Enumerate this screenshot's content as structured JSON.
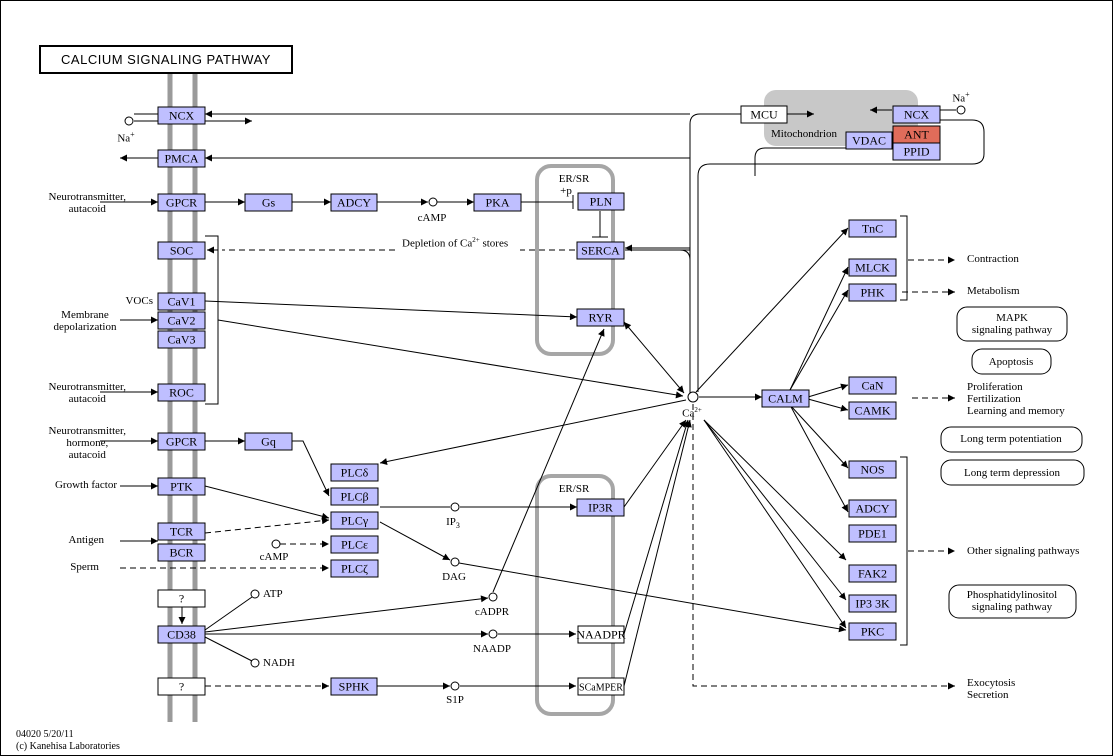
{
  "title": "CALCIUM SIGNALING PATHWAY",
  "footer": {
    "line1": "04020 5/20/11",
    "line2": "(c) Kanehisa Laboratories"
  },
  "colors": {
    "gene": "#bfbfff",
    "gene_highlight": "#e06c5a",
    "compartment": "#c8c8c8",
    "membrane": "#9a9a9a",
    "er": "#a6a6a6"
  },
  "genes": [
    {
      "id": "ncx1",
      "label": "NCX"
    },
    {
      "id": "pmca",
      "label": "PMCA"
    },
    {
      "id": "gpcr1",
      "label": "GPCR"
    },
    {
      "id": "gs",
      "label": "Gs"
    },
    {
      "id": "adcy1",
      "label": "ADCY"
    },
    {
      "id": "pka",
      "label": "PKA"
    },
    {
      "id": "pln",
      "label": "PLN"
    },
    {
      "id": "soc",
      "label": "SOC"
    },
    {
      "id": "serca",
      "label": "SERCA"
    },
    {
      "id": "cav1",
      "label": "CaV1"
    },
    {
      "id": "cav2",
      "label": "CaV2"
    },
    {
      "id": "cav3",
      "label": "CaV3"
    },
    {
      "id": "ryr",
      "label": "RYR"
    },
    {
      "id": "roc",
      "label": "ROC"
    },
    {
      "id": "gpcr2",
      "label": "GPCR"
    },
    {
      "id": "gq",
      "label": "Gq"
    },
    {
      "id": "plcd",
      "label": "PLCδ"
    },
    {
      "id": "plcb",
      "label": "PLCβ"
    },
    {
      "id": "plcg",
      "label": "PLCγ"
    },
    {
      "id": "plce",
      "label": "PLCε"
    },
    {
      "id": "plcz",
      "label": "PLCζ"
    },
    {
      "id": "ptk",
      "label": "PTK"
    },
    {
      "id": "tcr",
      "label": "TCR"
    },
    {
      "id": "bcr",
      "label": "BCR"
    },
    {
      "id": "ip3r",
      "label": "IP3R"
    },
    {
      "id": "cd38",
      "label": "CD38"
    },
    {
      "id": "sphk",
      "label": "SPHK"
    },
    {
      "id": "tnc",
      "label": "TnC"
    },
    {
      "id": "mlck",
      "label": "MLCK"
    },
    {
      "id": "phk",
      "label": "PHK"
    },
    {
      "id": "calm",
      "label": "CALM"
    },
    {
      "id": "can",
      "label": "CaN"
    },
    {
      "id": "camk",
      "label": "CAMK"
    },
    {
      "id": "nos",
      "label": "NOS"
    },
    {
      "id": "adcy2",
      "label": "ADCY"
    },
    {
      "id": "pde1",
      "label": "PDE1"
    },
    {
      "id": "fak2",
      "label": "FAK2"
    },
    {
      "id": "ip33k",
      "label": "IP3 3K"
    },
    {
      "id": "pkc",
      "label": "PKC"
    },
    {
      "id": "vdac",
      "label": "VDAC"
    },
    {
      "id": "ncx2",
      "label": "NCX"
    },
    {
      "id": "ant",
      "label": "ANT",
      "highlight": true
    },
    {
      "id": "ppid",
      "label": "PPID"
    }
  ],
  "white_boxes": [
    {
      "id": "mcu",
      "label": "MCU"
    },
    {
      "id": "q1",
      "label": "?"
    },
    {
      "id": "q2",
      "label": "?"
    },
    {
      "id": "naadpr",
      "label": "NAADPR"
    },
    {
      "id": "scampr",
      "label": "SCaMPER"
    }
  ],
  "compounds": {
    "na_left": "Na",
    "na_right": "Na",
    "plus": "+",
    "camp1": "cAMP",
    "camp2": "cAMP",
    "ca": "Ca",
    "ca_sup": "2+",
    "ip3": "IP",
    "ip3_sub": "3",
    "dag": "DAG",
    "cadpr": "cADPR",
    "naadp": "NAADP",
    "s1p": "S1P",
    "atp": "ATP",
    "nadh": "NADH"
  },
  "labels": {
    "neurotransmitter_autacoid_1": [
      "Neurotransmitter,",
      "autacoid"
    ],
    "vocs": "VOCs",
    "membrane_depolarization": [
      "Membrane",
      "depolarization"
    ],
    "neurotransmitter_autacoid_2": [
      "Neurotransmitter,",
      "autacoid"
    ],
    "neurotransmitter_hormone_autacoid": [
      "Neurotransmitter,",
      "hormone,",
      "autacoid"
    ],
    "growth_factor": "Growth factor",
    "antigen": "Antigen",
    "sperm": "Sperm",
    "er_sr_1": "ER/SR",
    "er_sr_2": "ER/SR",
    "plus_p": "+p",
    "depletion": "Depletion of Ca",
    "depletion_sup": "2+",
    "depletion_tail": " stores",
    "mitochondrion": "Mitochondrion",
    "contraction": "Contraction",
    "metabolism": "Metabolism",
    "proliferation": [
      "Proliferation",
      "Fertilization",
      "Learning and memory"
    ],
    "other_signaling": "Other signaling pathways",
    "exocytosis": [
      "Exocytosis",
      "Secretion"
    ]
  },
  "map_links": {
    "mapk": [
      "MAPK",
      "signaling pathway"
    ],
    "apoptosis": "Apoptosis",
    "ltp": "Long term potentiation",
    "ltd": "Long term depression",
    "phosphatidylinositol": [
      "Phosphatidylinositol",
      "signaling pathway"
    ]
  }
}
